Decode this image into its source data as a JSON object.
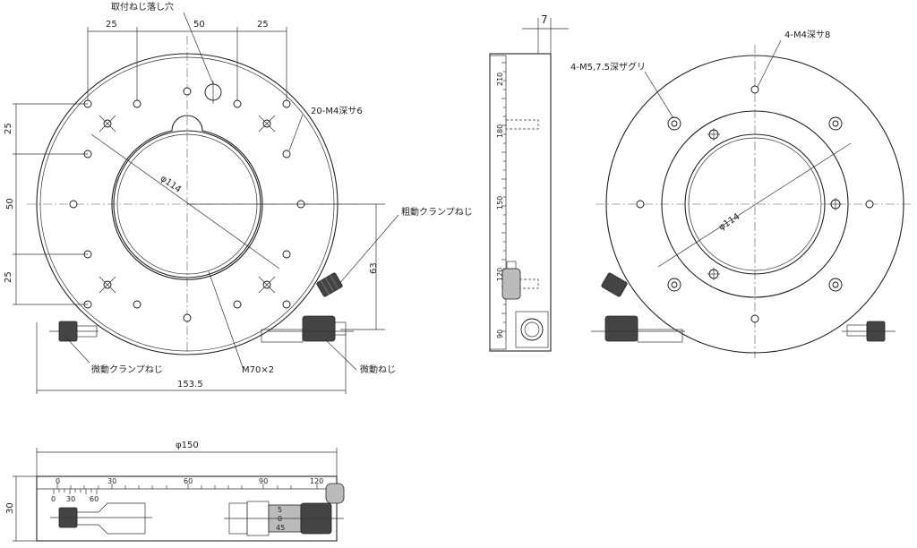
{
  "labels": {
    "mount_hole_note": "取付ねじ落し穴",
    "dim_25": "25",
    "dim_50": "50",
    "dim_63": "63",
    "dim_153_5": "153.5",
    "dim_phi114": "φ114",
    "dim_phi150": "φ150",
    "dim_7": "7",
    "dim_30": "30",
    "tap_m4_6": "20-M4深サ6",
    "tap_m4_8": "4-M4深サ8",
    "tap_m5": "4-M5,7.5深ザグリ",
    "coarse_clamp": "粗動クランプねじ",
    "fine_clamp": "微動クランプねじ",
    "fine_screw": "微動ねじ",
    "center_thread": "M70×2",
    "side_scale": [
      "210",
      "180",
      "150",
      "120",
      "90"
    ],
    "bottom_scale": [
      "0",
      "30",
      "60",
      "90",
      "120"
    ],
    "vernier_scale": [
      "0",
      "30",
      "60"
    ],
    "micrometer_scale": [
      "5",
      "0",
      "45"
    ]
  }
}
